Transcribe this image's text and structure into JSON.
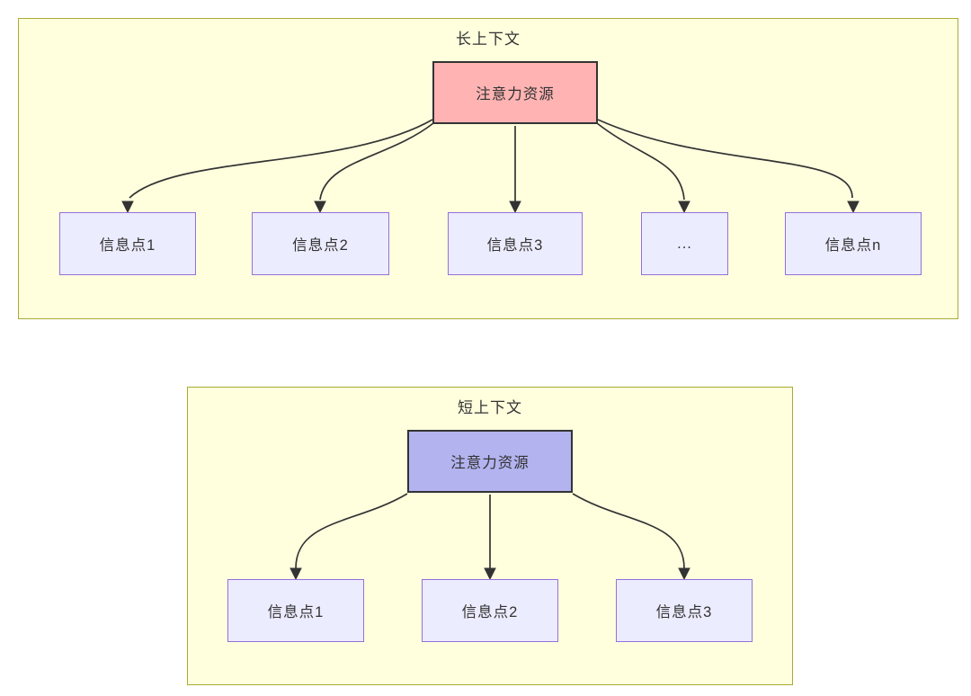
{
  "diagram": {
    "type": "flowchart",
    "description": "Attention resource allocation: long context vs short context",
    "colors": {
      "subgraph_fill": "#ffffde",
      "subgraph_border": "#aaaa33",
      "long_source_fill": "#ffb3b3",
      "short_source_fill": "#b3b3f0",
      "info_node_fill": "#ececff",
      "info_node_border": "#9370db",
      "edge_color": "#333333",
      "text_color": "#333333"
    },
    "long_context": {
      "title": "长上下文",
      "source": {
        "label": "注意力资源"
      },
      "nodes": [
        {
          "label": "信息点1"
        },
        {
          "label": "信息点2"
        },
        {
          "label": "信息点3"
        },
        {
          "label": "..."
        },
        {
          "label": "信息点n"
        }
      ]
    },
    "short_context": {
      "title": "短上下文",
      "source": {
        "label": "注意力资源"
      },
      "nodes": [
        {
          "label": "信息点1"
        },
        {
          "label": "信息点2"
        },
        {
          "label": "信息点3"
        }
      ]
    }
  }
}
